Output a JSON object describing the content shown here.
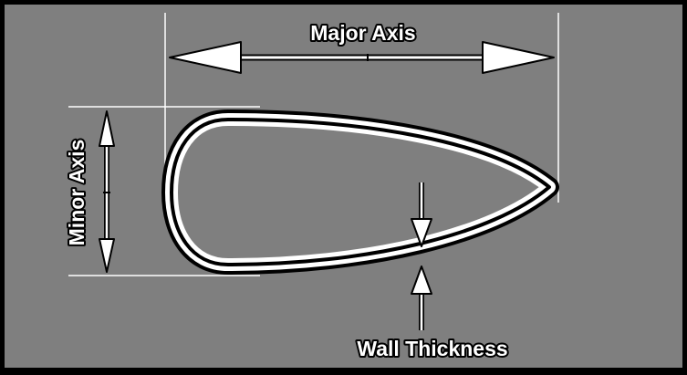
{
  "labels": {
    "major_axis": "Major Axis",
    "minor_axis": "Minor Axis",
    "wall_thickness": "Wall Thickness"
  },
  "colors": {
    "background": "#7f7f7f",
    "frame": "#000000",
    "outline": "#ffffff",
    "arrow": "#ffffff"
  }
}
